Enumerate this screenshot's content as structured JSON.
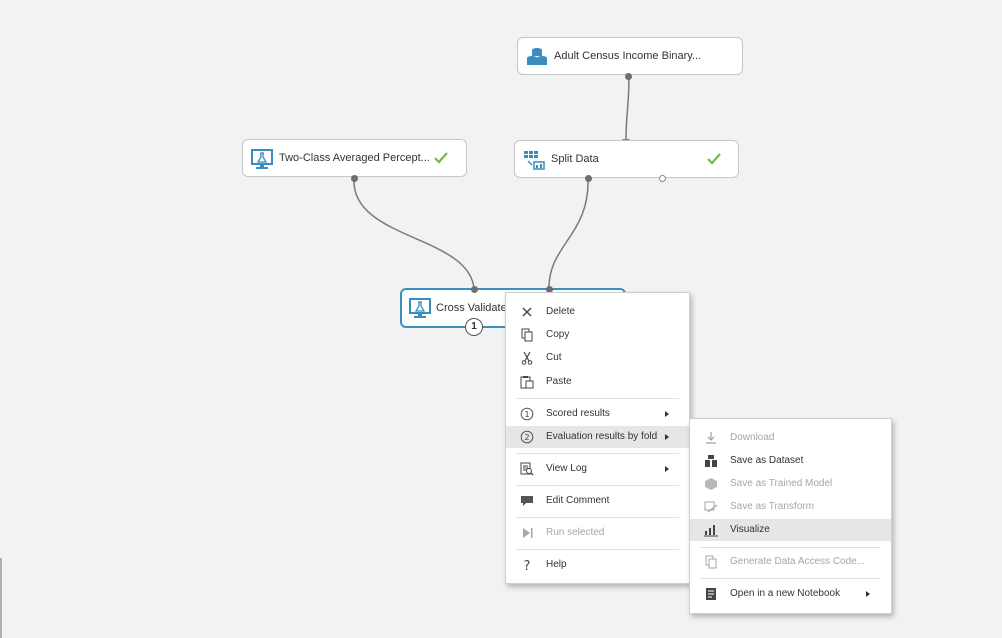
{
  "canvas": {
    "background": "#f2f2f2",
    "accent": "#3d8fbd",
    "check_color": "#7ab648"
  },
  "nodes": {
    "adult_census": {
      "label": "Adult Census Income Binary...",
      "icon": "dataset-icon"
    },
    "perceptron": {
      "label": "Two-Class Averaged Percept...",
      "icon": "flask-monitor-icon",
      "status": "check-icon"
    },
    "split_data": {
      "label": "Split Data",
      "icon": "split-data-icon",
      "status": "check-icon"
    },
    "cross_validate": {
      "label": "Cross Validate",
      "icon": "flask-monitor-icon",
      "badge": "1"
    }
  },
  "context_menu": {
    "items": [
      {
        "label": "Delete",
        "icon": "delete-icon"
      },
      {
        "label": "Copy",
        "icon": "copy-icon"
      },
      {
        "label": "Cut",
        "icon": "cut-icon"
      },
      {
        "label": "Paste",
        "icon": "paste-icon"
      },
      {
        "label": "Scored results",
        "icon": "circle-1-icon",
        "submenu": true
      },
      {
        "label": "Evaluation results by fold",
        "icon": "circle-2-icon",
        "submenu": true,
        "highlighted": true
      },
      {
        "label": "View Log",
        "icon": "view-log-icon",
        "submenu": true
      },
      {
        "label": "Edit Comment",
        "icon": "comment-icon"
      },
      {
        "label": "Run selected",
        "icon": "run-icon",
        "disabled": true
      },
      {
        "label": "Help",
        "icon": "help-icon"
      }
    ]
  },
  "submenu": {
    "items": [
      {
        "label": "Download",
        "icon": "download-icon",
        "disabled": true
      },
      {
        "label": "Save as Dataset",
        "icon": "save-dataset-icon"
      },
      {
        "label": "Save as Trained Model",
        "icon": "trained-model-icon",
        "disabled": true
      },
      {
        "label": "Save as Transform",
        "icon": "transform-icon",
        "disabled": true
      },
      {
        "label": "Visualize",
        "icon": "visualize-icon",
        "highlighted": true
      },
      {
        "label": "Generate Data Access Code...",
        "icon": "code-icon",
        "disabled": true
      },
      {
        "label": "Open in a new Notebook",
        "icon": "notebook-icon",
        "submenu": true
      }
    ]
  }
}
